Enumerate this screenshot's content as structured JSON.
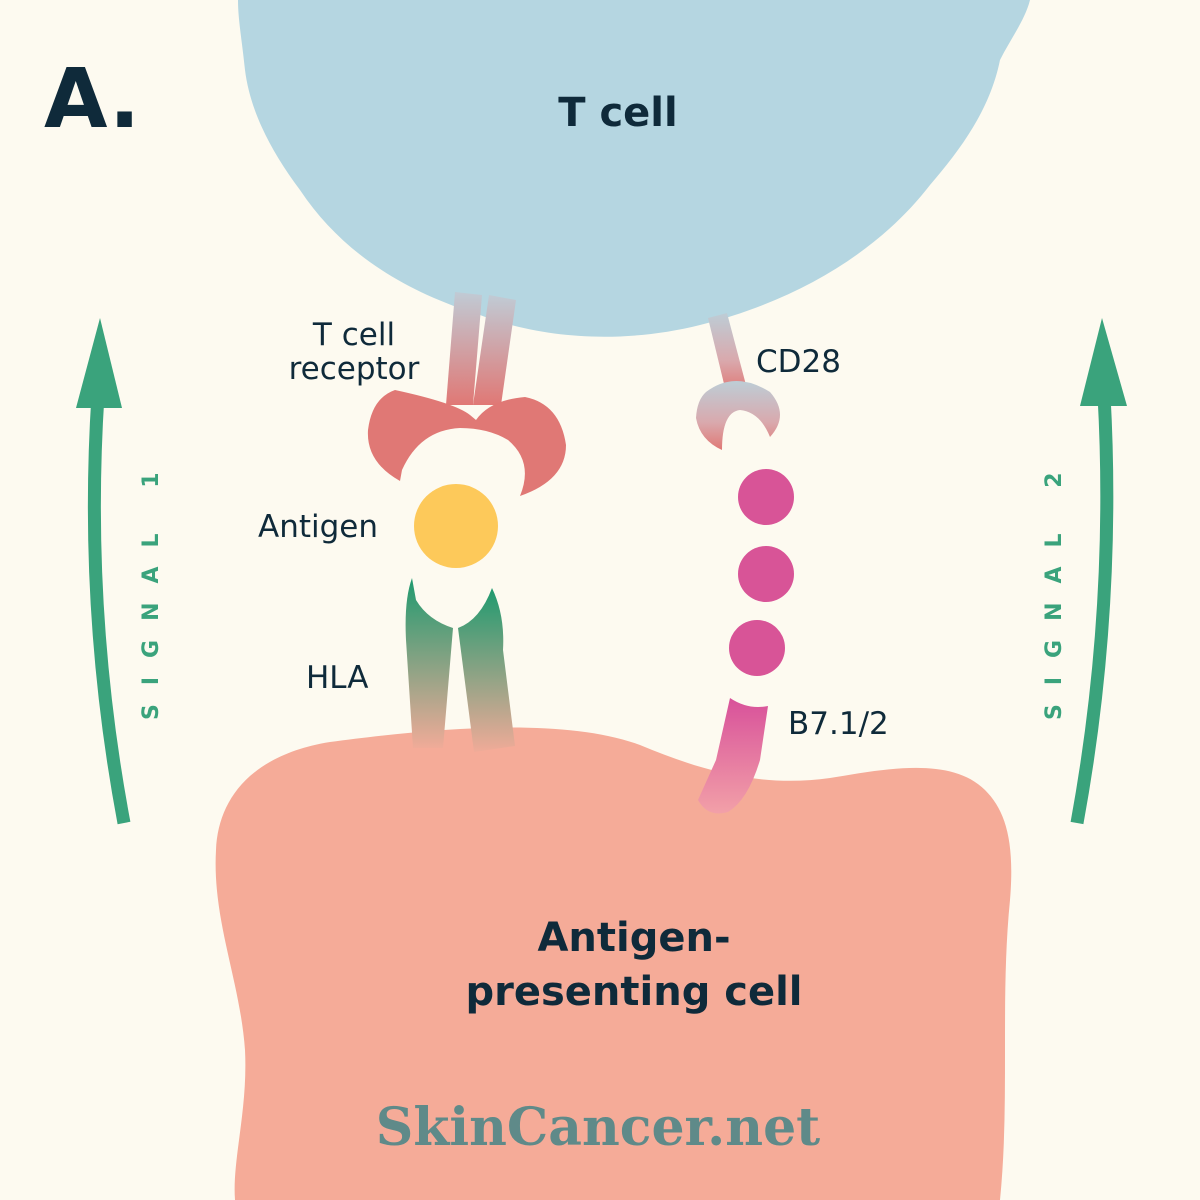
{
  "panel_label": "A.",
  "cells": {
    "t_cell": "T cell",
    "apc_line1": "Antigen-",
    "apc_line2": "presenting cell"
  },
  "molecules": {
    "tcr_line1": "T cell",
    "tcr_line2": "receptor",
    "antigen": "Antigen",
    "hla": "HLA",
    "cd28": "CD28",
    "b7": "B7.1/2"
  },
  "signals": {
    "left": "SIGNAL 1",
    "right": "SIGNAL 2"
  },
  "brand": "SkinCancer.net",
  "colors": {
    "background": "#fdfaf0",
    "t_cell": "#b5d6e1",
    "apc": "#f5ab98",
    "receptor": "#e07875",
    "antigen": "#fdc95a",
    "hla": "#2a9e74",
    "b7": "#d85497",
    "signal_arrow": "#3aa37c",
    "text": "#0f2a3a",
    "brand": "#5f8a89"
  }
}
